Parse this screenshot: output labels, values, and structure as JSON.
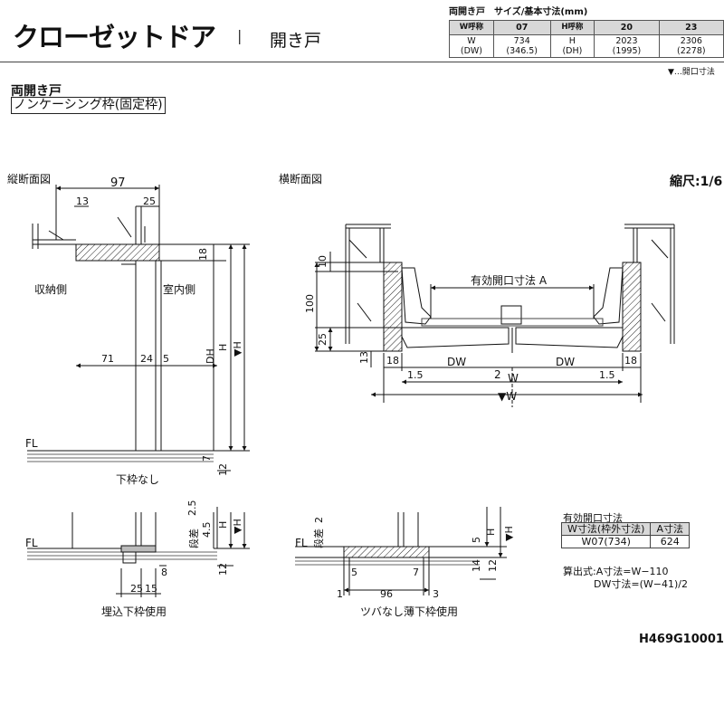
{
  "header": {
    "title": "クローゼットドア",
    "separator": "|",
    "subtitle": "開き戸"
  },
  "spec": {
    "heading": "両開き戸　サイズ/基本寸法(mm)",
    "w_label": "W呼称",
    "w_code": "07",
    "h_label": "H呼称",
    "h_code_1": "20",
    "h_code_2": "23",
    "w_dim_label_1": "W",
    "w_dim_label_2": "(DW)",
    "w_value_1": "734",
    "w_value_2": "(346.5)",
    "h_dim_label_1": "H",
    "h_dim_label_2": "(DH)",
    "h20_value_1": "2023",
    "h20_value_2": "(1995)",
    "h23_value_1": "2306",
    "h23_value_2": "(2278)"
  },
  "legend_note": "▼…開口寸法",
  "door": {
    "opening_type": "両開き戸",
    "frame_type": "ノンケーシング枠(固定枠)"
  },
  "scale": "縮尺:1/6",
  "vertical_section": {
    "title": "縦断面図",
    "dim_97": "97",
    "dim_13": "13",
    "dim_25": "25",
    "dim_18": "18",
    "storage_side": "収納側",
    "room_side": "室内側",
    "dim_71": "71",
    "dim_24": "24",
    "dim_5": "5",
    "dh": "DH",
    "h": "H",
    "h_open": "▼H",
    "fl": "FL",
    "dim_7": "7",
    "dim_12": "12",
    "caption": "下枠なし"
  },
  "horizontal_section": {
    "title": "横断面図",
    "dim_10": "10",
    "dim_100": "100",
    "dim_25": "25",
    "dim_13": "13",
    "dim_18_left": "18",
    "dim_18_right": "18",
    "dim_15_left": "1.5",
    "dim_15_right": "1.5",
    "dw_left": "DW",
    "dw_right": "DW",
    "dim_2": "2",
    "w": "W",
    "w_open": "▼W",
    "effective_opening": "有効開口寸法 A"
  },
  "detail_embedded": {
    "fl": "FL",
    "step_label": "段差",
    "dim_25": "2.5",
    "dim_45": "4.5",
    "h": "H",
    "h_open": "▼H",
    "dim_8": "8",
    "dim_12": "12",
    "dim_25b": "25",
    "dim_15": "15",
    "caption": "埋込下枠使用"
  },
  "detail_thin": {
    "fl": "FL",
    "step_label": "段差",
    "dim_2": "2",
    "dim_5a": "5",
    "dim_7": "7",
    "dim_1": "1",
    "dim_96": "96",
    "dim_3": "3",
    "dim_5b": "5",
    "dim_14": "14",
    "dim_12": "12",
    "h": "H",
    "h_open": "▼H",
    "caption": "ツバなし薄下枠使用"
  },
  "opening_table": {
    "title": "有効開口寸法",
    "col_w": "W寸法(枠外寸法)",
    "col_a": "A寸法",
    "row_w": "W07(734)",
    "row_a": "624"
  },
  "formula": {
    "line1": "算出式:A寸法=W−110",
    "line2": "DW寸法=(W−41)/2"
  },
  "product_code": "H469G10001"
}
